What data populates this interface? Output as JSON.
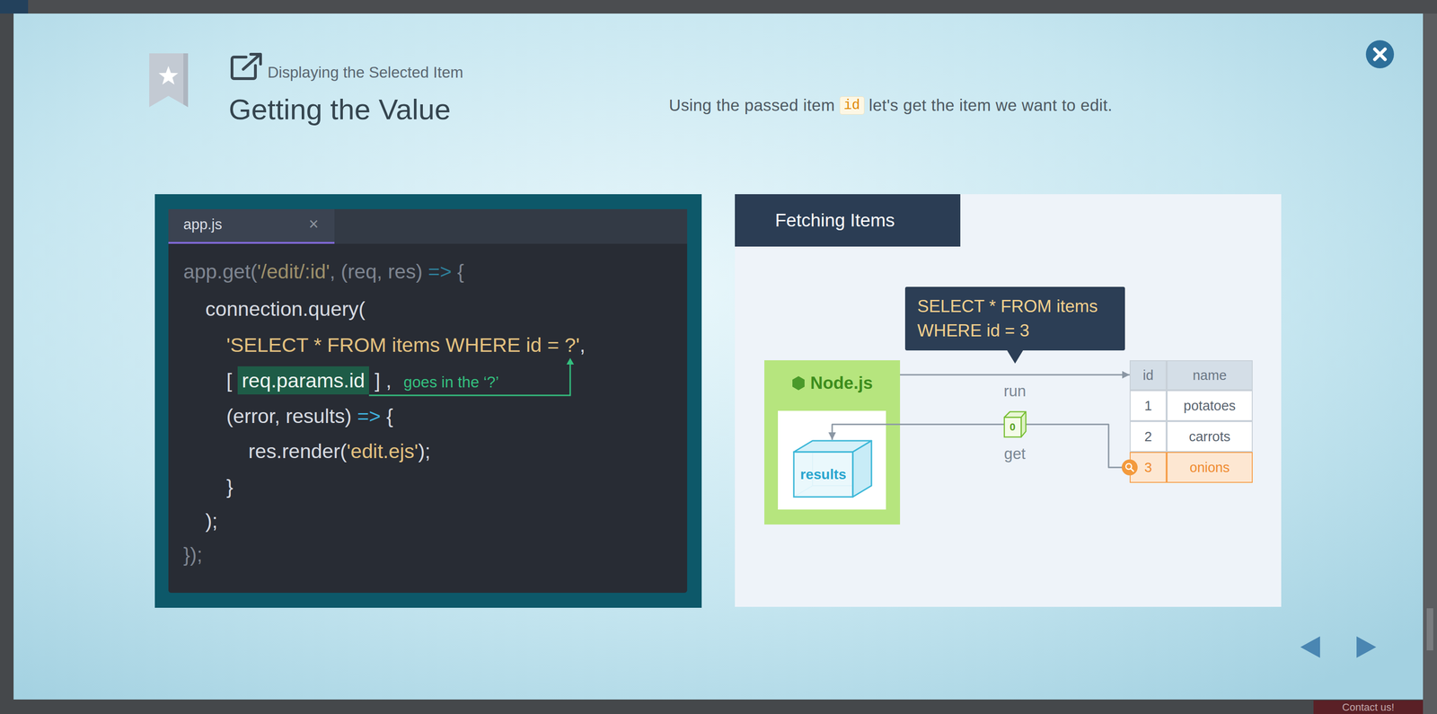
{
  "diagram": {
    "title": "Getting the Value",
    "nodes": [
      {
        "text": [
          "Fetching Items"
        ]
      },
      {
        "text": [
          "SELECT * FROM items WHERE id = 3"
        ]
      },
      {
        "text": [
          "Node.js"
        ]
      },
      {
        "text": [
          "results"
        ],
        "in": 2
      },
      {
        "text": [
          "id",
          "name",
          "1",
          "potatoes",
          "2",
          "carrots",
          "3",
          "onions"
        ]
      }
    ],
    "edges": [
      {
        "from": 2,
        "to": 4,
        "label": "run",
        "arrow": "to"
      },
      {
        "from": 4,
        "to": 3,
        "label": "get",
        "arrow": "to"
      }
    ],
    "labels": [
      "Displaying the Selected Item",
      "Using the passed item",
      "id",
      "let's get the item we want to edit.",
      "app.js",
      "×",
      "app.get(",
      "'/edit/:id'",
      ",",
      "(req, res)",
      "=>",
      "{",
      "connection.query(",
      "'SELECT * FROM items WHERE id = ?'",
      ",",
      "[",
      "req.params.id",
      "]",
      ",",
      "goes in the ‘?’",
      "(error, results)",
      "=>",
      "{",
      "res.render(",
      "'edit.ejs'",
      ");",
      "}",
      ");",
      "});",
      "0",
      "Contact us!"
    ]
  }
}
